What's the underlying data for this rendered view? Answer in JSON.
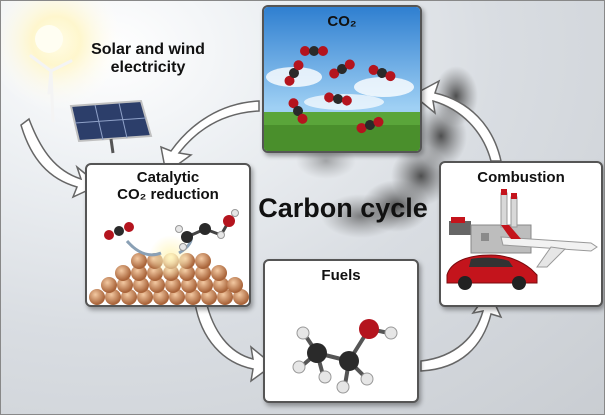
{
  "diagram": {
    "center_label": "Carbon cycle",
    "solar_label_line1": "Solar and wind",
    "solar_label_line2": "electricity",
    "co2_label": "CO₂",
    "catalytic_line1": "Catalytic",
    "catalytic_line2": "CO₂ reduction",
    "fuels_label": "Fuels",
    "combustion_label": "Combustion"
  },
  "colors": {
    "box_border": "#555555",
    "arrow_fill": "#ffffff",
    "carbon_atom": "#2a2a2a",
    "oxygen_atom": "#b4141e",
    "hydrogen_atom": "#e6e6e6",
    "copper": "#c8875a",
    "car": "#c4141c",
    "sky": "#3c8fd6",
    "grass": "#5aa53a",
    "smoke": "#555555"
  }
}
